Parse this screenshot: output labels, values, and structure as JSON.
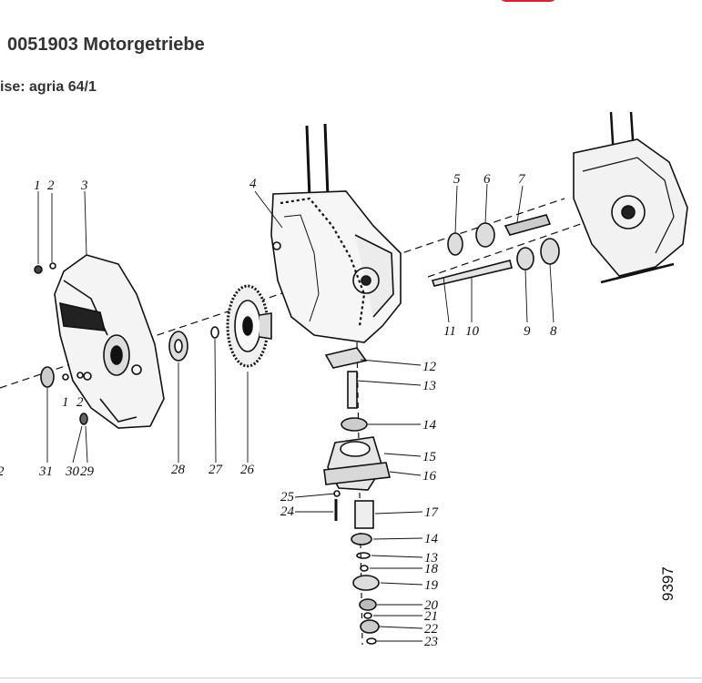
{
  "header": {
    "title": "0051903 Motorgetriebe",
    "subtitle": "ise: agria 64/1"
  },
  "diagram": {
    "drawing_number": "9397",
    "part_labels": {
      "p1": "1",
      "p2": "2",
      "p3": "3",
      "p4": "4",
      "p5": "5",
      "p6": "6",
      "p7": "7",
      "p8": "8",
      "p9": "9",
      "p10": "10",
      "p11": "11",
      "p12": "12",
      "p13": "13",
      "p14": "14",
      "p15": "15",
      "p16": "16",
      "p17": "17",
      "p18": "18",
      "p19": "19",
      "p20": "20",
      "p21": "21",
      "p22": "22",
      "p23": "23",
      "p24": "24",
      "p25": "25",
      "p26": "26",
      "p27": "27",
      "p28": "28",
      "p29": "29",
      "p30": "30",
      "p31": "31",
      "p1b": "1",
      "p2b": "2",
      "p13b": "13",
      "p14b": "14",
      "pleft": "2"
    }
  },
  "colors": {
    "accent": "#e01f2a",
    "ink": "#111111"
  }
}
